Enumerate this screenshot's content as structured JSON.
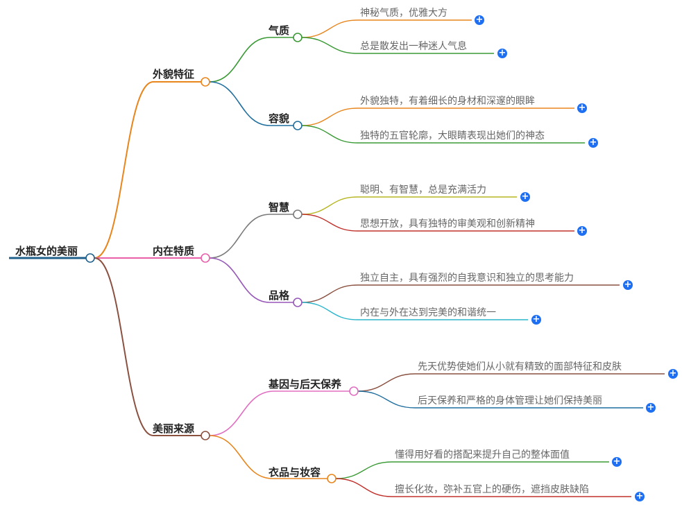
{
  "root": {
    "label": "水瓶女的美丽",
    "color": "#1f5f8b"
  },
  "branches": [
    {
      "label": "外貌特征",
      "color": "#e8851c",
      "children": [
        {
          "label": "气质",
          "color": "#3a9a35",
          "leaves": [
            {
              "text": "神秘气质，优雅大方",
              "color": "#e8851c"
            },
            {
              "text": "总是散发出一种迷人气息",
              "color": "#3a9a35"
            }
          ]
        },
        {
          "label": "容貌",
          "color": "#1f6e9e",
          "leaves": [
            {
              "text": "外貌独特，有着细长的身材和深邃的眼眸",
              "color": "#e8851c"
            },
            {
              "text": "独特的五官轮廓，大眼睛表现出她们的神态",
              "color": "#3a9a35"
            }
          ]
        }
      ]
    },
    {
      "label": "内在特质",
      "color": "#e85fa8",
      "children": [
        {
          "label": "智慧",
          "color": "#7a7a7a",
          "leaves": [
            {
              "text": "聪明、有智慧，总是充满活力",
              "color": "#b5b520"
            },
            {
              "text": "思想开放，具有独特的审美观和创新精神",
              "color": "#c0302a"
            }
          ]
        },
        {
          "label": "品格",
          "color": "#9657b8",
          "leaves": [
            {
              "text": "独立自主，具有强烈的自我意识和独立的思考能力",
              "color": "#8a5040"
            },
            {
              "text": "内在与外在达到完美的和谐统一",
              "color": "#2bb5c9"
            }
          ]
        }
      ]
    },
    {
      "label": "美丽来源",
      "color": "#8a5040",
      "children": [
        {
          "label": "基因与后天保养",
          "color": "#e06ec0",
          "leaves": [
            {
              "text": "先天优势使她们从小就有精致的面部特征和皮肤",
              "color": "#8a5040"
            },
            {
              "text": "后天保养和严格的身体管理让她们保持美丽",
              "color": "#1f6e9e"
            }
          ]
        },
        {
          "label": "衣品与妆容",
          "color": "#e8851c",
          "leaves": [
            {
              "text": "懂得用好看的搭配来提升自己的整体面值",
              "color": "#3a9a35"
            },
            {
              "text": "擅长化妆，弥补五官上的硬伤，遮挡皮肤缺陷",
              "color": "#c0302a"
            }
          ]
        }
      ]
    }
  ],
  "expand_icon": {
    "name": "plus-icon",
    "glyph": "+"
  }
}
